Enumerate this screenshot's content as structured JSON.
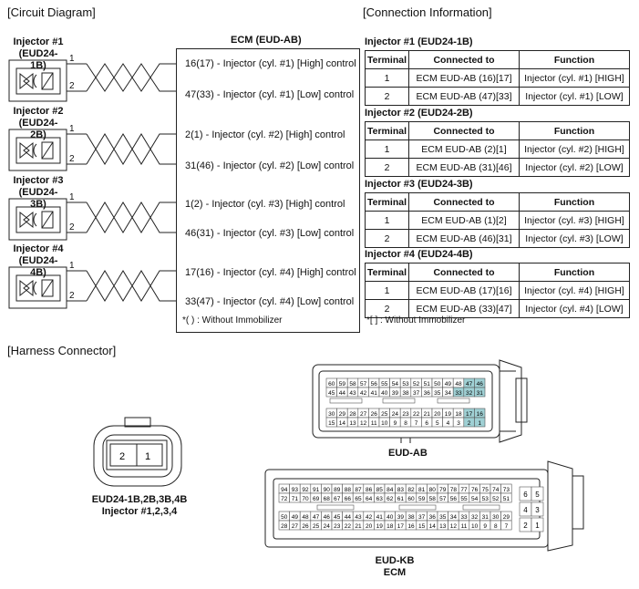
{
  "sections": {
    "circuit": "[Circuit Diagram]",
    "connection": "[Connection Information]",
    "harness": "[Harness Connector]"
  },
  "ecm": {
    "title": "ECM (EUD-AB)",
    "rows": [
      "16(17) - Injector (cyl. #1) [High] control",
      "47(33) - Injector (cyl. #1) [Low] control",
      "2(1) - Injector (cyl. #2) [High] control",
      "31(46) - Injector (cyl. #2) [Low] control",
      "1(2) - Injector (cyl. #3) [High] control",
      "46(31) - Injector (cyl. #3) [Low] control",
      "17(16) - Injector (cyl. #4) [High] control",
      "33(47) - Injector (cyl. #4) [Low] control"
    ],
    "note": "*( ) : Without Immobilizer"
  },
  "injectors": [
    {
      "name": "Injector #1",
      "code": "(EUD24-1B)"
    },
    {
      "name": "Injector #2",
      "code": "(EUD24-2B)"
    },
    {
      "name": "Injector #3",
      "code": "(EUD24-3B)"
    },
    {
      "name": "Injector #4",
      "code": "(EUD24-4B)"
    }
  ],
  "pin_labels": [
    "1",
    "2"
  ],
  "tables": [
    {
      "title": "Injector #1 (EUD24-1B)",
      "headers": [
        "Terminal",
        "Connected to",
        "Function"
      ],
      "rows": [
        [
          "1",
          "ECM EUD-AB (16)[17]",
          "Injector (cyl. #1) [HIGH]"
        ],
        [
          "2",
          "ECM EUD-AB (47)[33]",
          "Injector (cyl. #1) [LOW]"
        ]
      ]
    },
    {
      "title": "Injector #2 (EUD24-2B)",
      "headers": [
        "Terminal",
        "Connected to",
        "Function"
      ],
      "rows": [
        [
          "1",
          "ECM EUD-AB (2)[1]",
          "Injector (cyl. #2) [HIGH]"
        ],
        [
          "2",
          "ECM EUD-AB (31)[46]",
          "Injector (cyl. #2) [LOW]"
        ]
      ]
    },
    {
      "title": "Injector #3 (EUD24-3B)",
      "headers": [
        "Terminal",
        "Connected to",
        "Function"
      ],
      "rows": [
        [
          "1",
          "ECM EUD-AB (1)[2]",
          "Injector (cyl. #3) [HIGH]"
        ],
        [
          "2",
          "ECM EUD-AB (46)[31]",
          "Injector (cyl. #3) [LOW]"
        ]
      ]
    },
    {
      "title": "Injector #4 (EUD24-4B)",
      "headers": [
        "Terminal",
        "Connected to",
        "Function"
      ],
      "rows": [
        [
          "1",
          "ECM EUD-AB (17)[16]",
          "Injector (cyl. #4) [HIGH]"
        ],
        [
          "2",
          "ECM EUD-AB (33)[47]",
          "Injector (cyl. #4) [LOW]"
        ]
      ]
    }
  ],
  "table_note": "*[ ] : Without Immobilizer",
  "injector_connector": {
    "pins": [
      "2",
      "1"
    ],
    "caption1": "EUD24-1B,2B,3B,4B",
    "caption2": "Injector #1,2,3,4"
  },
  "eud_ab": {
    "caption": "EUD-AB",
    "rows": [
      [
        "60",
        "59",
        "58",
        "57",
        "56",
        "55",
        "54",
        "53",
        "52",
        "51",
        "50",
        "49",
        "48",
        "47",
        "46"
      ],
      [
        "45",
        "44",
        "43",
        "42",
        "41",
        "40",
        "39",
        "38",
        "37",
        "36",
        "35",
        "34",
        "33",
        "32",
        "31"
      ],
      [
        "30",
        "29",
        "28",
        "27",
        "26",
        "25",
        "24",
        "23",
        "22",
        "21",
        "20",
        "19",
        "18",
        "17",
        "16"
      ],
      [
        "15",
        "14",
        "13",
        "12",
        "11",
        "10",
        "9",
        "8",
        "7",
        "6",
        "5",
        "4",
        "3",
        "2",
        "1"
      ]
    ],
    "highlighted": [
      "47",
      "46",
      "33",
      "32",
      "31",
      "17",
      "16",
      "2",
      "1"
    ],
    "highlight_color": "#9fd0d4"
  },
  "eud_kb": {
    "caption1": "EUD-KB",
    "caption2": "ECM",
    "rows": [
      [
        "94",
        "93",
        "92",
        "91",
        "90",
        "89",
        "88",
        "87",
        "86",
        "85",
        "84",
        "83",
        "82",
        "81",
        "80",
        "79",
        "78",
        "77",
        "76",
        "75",
        "74",
        "73"
      ],
      [
        "72",
        "71",
        "70",
        "69",
        "68",
        "67",
        "66",
        "65",
        "64",
        "63",
        "62",
        "61",
        "60",
        "59",
        "58",
        "57",
        "56",
        "55",
        "54",
        "53",
        "52",
        "51"
      ],
      [
        "50",
        "49",
        "48",
        "47",
        "46",
        "45",
        "44",
        "43",
        "42",
        "41",
        "40",
        "39",
        "38",
        "37",
        "36",
        "35",
        "34",
        "33",
        "32",
        "31",
        "30",
        "29"
      ],
      [
        "28",
        "27",
        "26",
        "25",
        "24",
        "23",
        "22",
        "21",
        "20",
        "19",
        "18",
        "17",
        "16",
        "15",
        "14",
        "13",
        "12",
        "11",
        "10",
        "9",
        "8",
        "7"
      ]
    ],
    "side": [
      [
        "6",
        "5"
      ],
      [
        "4",
        "3"
      ],
      [
        "2",
        "1"
      ]
    ]
  }
}
